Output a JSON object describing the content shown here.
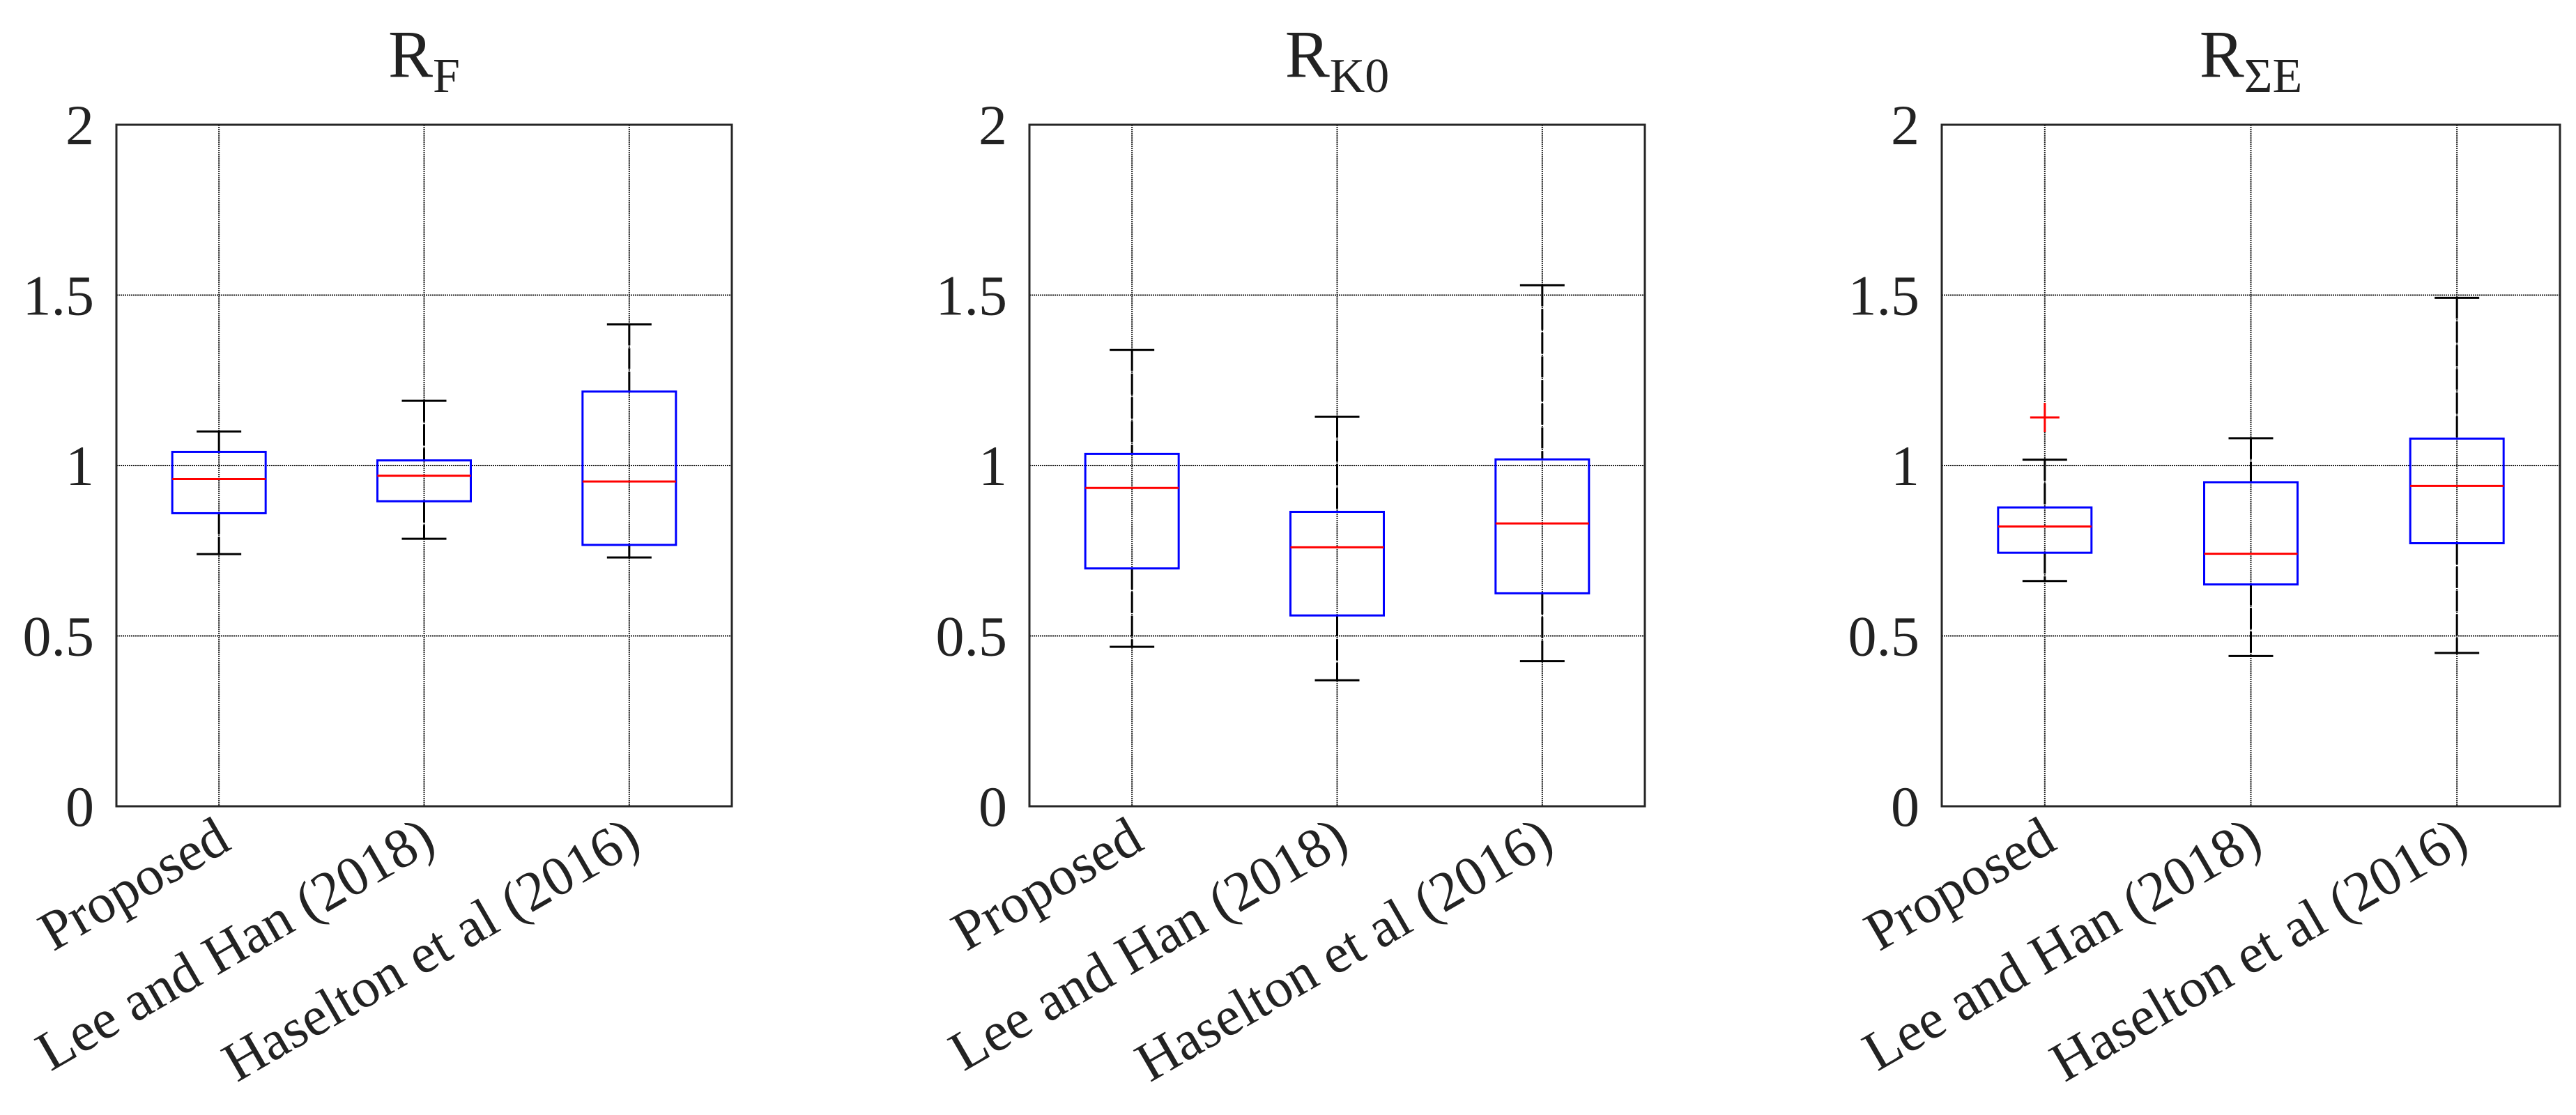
{
  "chart_data": [
    {
      "type": "box",
      "title": "R",
      "title_subscript": "F",
      "categories": [
        "Proposed",
        "Lee and Han (2018)",
        "Haselton et al (2016)"
      ],
      "ylim": [
        0,
        2
      ],
      "yticks": [
        "0",
        "0.5",
        "1",
        "1.5",
        "2"
      ],
      "grid": true,
      "boxes": [
        {
          "whisker_low": 0.74,
          "q1": 0.86,
          "median": 0.96,
          "q3": 1.04,
          "whisker_high": 1.1,
          "outliers": []
        },
        {
          "whisker_low": 0.785,
          "q1": 0.895,
          "median": 0.97,
          "q3": 1.015,
          "whisker_high": 1.19,
          "outliers": []
        },
        {
          "whisker_low": 0.73,
          "q1": 0.767,
          "median": 0.953,
          "q3": 1.217,
          "whisker_high": 1.414,
          "outliers": []
        }
      ]
    },
    {
      "type": "box",
      "title": "R",
      "title_subscript": "K0",
      "categories": [
        "Proposed",
        "Lee and Han (2018)",
        "Haselton et al (2016)"
      ],
      "ylim": [
        0,
        2
      ],
      "yticks": [
        "0",
        "0.5",
        "1",
        "1.5",
        "2"
      ],
      "grid": true,
      "boxes": [
        {
          "whisker_low": 0.468,
          "q1": 0.698,
          "median": 0.934,
          "q3": 1.034,
          "whisker_high": 1.339,
          "outliers": []
        },
        {
          "whisker_low": 0.37,
          "q1": 0.56,
          "median": 0.76,
          "q3": 0.864,
          "whisker_high": 1.143,
          "outliers": []
        },
        {
          "whisker_low": 0.426,
          "q1": 0.625,
          "median": 0.83,
          "q3": 1.018,
          "whisker_high": 1.529,
          "outliers": []
        }
      ]
    },
    {
      "type": "box",
      "title": "R",
      "title_subscript": "ΣE",
      "categories": [
        "Proposed",
        "Lee and Han (2018)",
        "Haselton et al (2016)"
      ],
      "ylim": [
        0,
        2
      ],
      "yticks": [
        "0",
        "0.5",
        "1",
        "1.5",
        "2"
      ],
      "grid": true,
      "boxes": [
        {
          "whisker_low": 0.661,
          "q1": 0.744,
          "median": 0.821,
          "q3": 0.877,
          "whisker_high": 1.017,
          "outliers": [
            1.141
          ]
        },
        {
          "whisker_low": 0.441,
          "q1": 0.651,
          "median": 0.741,
          "q3": 0.951,
          "whisker_high": 1.08,
          "outliers": []
        },
        {
          "whisker_low": 0.45,
          "q1": 0.772,
          "median": 0.94,
          "q3": 1.079,
          "whisker_high": 1.492,
          "outliers": []
        }
      ]
    }
  ],
  "colors": {
    "box": "#0000ff",
    "median": "#ff0000",
    "whisker": "#000000",
    "outlier": "#ff0000",
    "grid": "#222222"
  }
}
